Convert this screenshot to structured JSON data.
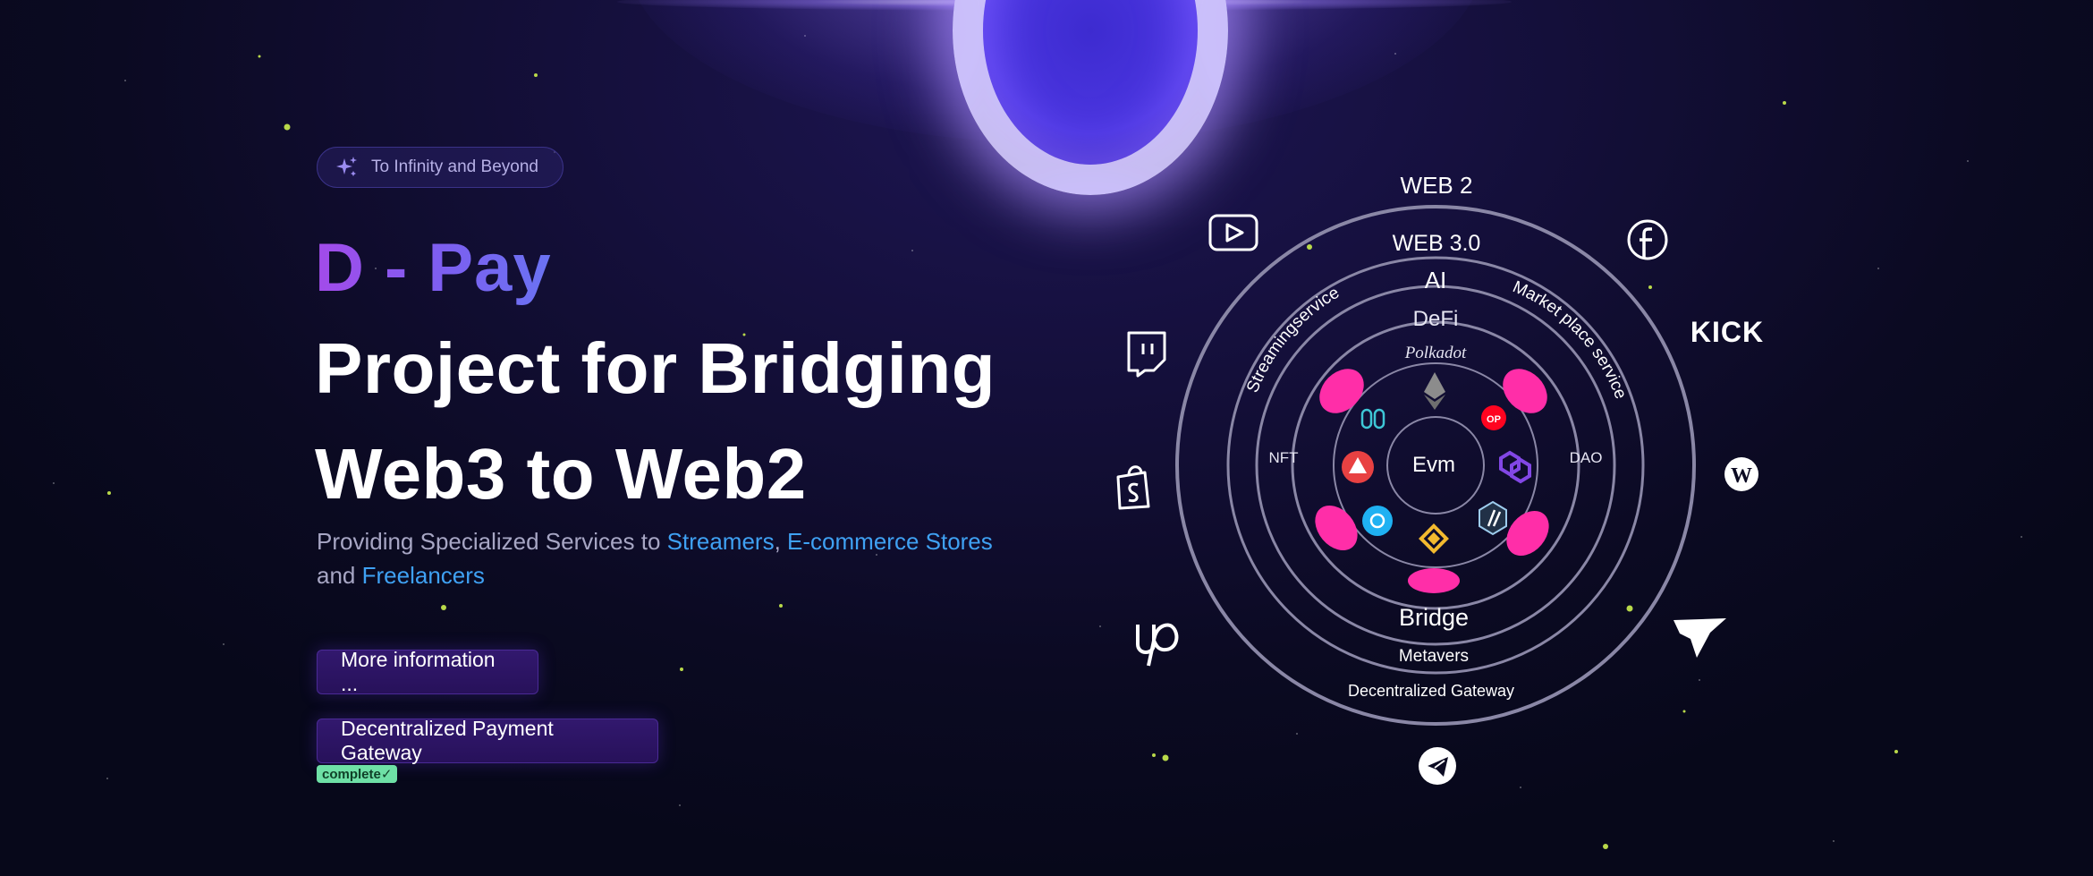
{
  "hero": {
    "badge": "To Infinity and Beyond",
    "brand": "D - Pay",
    "headline_line1": "Project for Bridging",
    "headline_line2": "Web3 to Web2",
    "subtitle_prefix": "Providing Specialized Services to",
    "subtitle_link1": "Streamers",
    "subtitle_sep": ",",
    "subtitle_link2": "E-commerce Stores",
    "subtitle_and": "and",
    "subtitle_link3": "Freelancers",
    "btn_more": "More information ...",
    "btn_gateway": "Decentralized Payment Gateway",
    "status": "complete✓"
  },
  "diagram": {
    "web2": "WEB 2",
    "web3": "WEB 3.0",
    "ai": "AI",
    "defi": "DeFi",
    "polkadot": "Polkadot",
    "center": "Evm",
    "nft": "NFT",
    "dao": "DAO",
    "bridge": "Bridge",
    "metavers": "Metavers",
    "gateway": "Decentralized Gateway",
    "streaming": "Streamingservice",
    "marketplace": "Market place service",
    "kick": "KICK",
    "op": "OP"
  },
  "icons": {
    "badge": "sparkles-icon",
    "youtube": "youtube-icon",
    "facebook": "facebook-icon",
    "twitch": "twitch-icon",
    "shopify": "shopify-icon",
    "upwork": "upwork-icon",
    "telegram": "telegram-icon",
    "wordpress": "wordpress-icon",
    "freelancer": "freelancer-icon"
  },
  "colors": {
    "brand_gradient_start": "#a34bea",
    "brand_gradient_end": "#6a73f2",
    "link": "#3fa1f3",
    "complete_badge": "#6ee0a6",
    "pink_node": "#ff2ea8"
  }
}
